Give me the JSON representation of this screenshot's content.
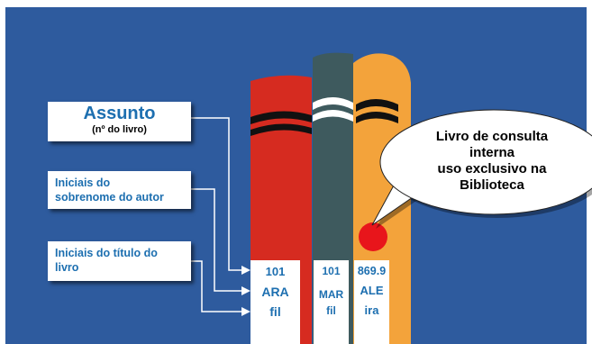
{
  "labels": {
    "assunto": {
      "title": "Assunto",
      "subtitle": "(nº do livro)"
    },
    "autor": "Iniciais do\nsobrenome do autor",
    "titulo": "Iniciais do título do\nlivro"
  },
  "books": [
    {
      "name": "red",
      "color": "#d62b20",
      "spine": [
        "101",
        "ARA",
        "fil"
      ]
    },
    {
      "name": "gray",
      "color": "#3e5a5e",
      "spine": [
        "101",
        "MAR",
        "fil"
      ]
    },
    {
      "name": "orange",
      "color": "#f3a33b",
      "spine": [
        "869.9",
        "ALE",
        "ira"
      ]
    }
  ],
  "callout": {
    "text": "Livro de consulta\ninterna\nuso exclusivo na\nBiblioteca"
  },
  "colors": {
    "background": "#2e5b9e",
    "label_text": "#1d6fb0",
    "dot": "#e8151b"
  }
}
